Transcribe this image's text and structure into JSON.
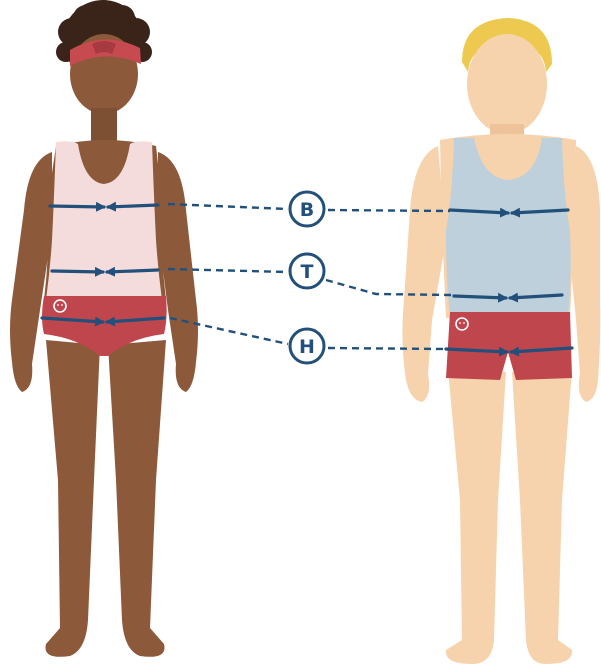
{
  "labels": {
    "bust": "B",
    "waist": "T",
    "hip": "H"
  },
  "colors": {
    "arrow": "#23507a",
    "shorts": "#c0464d",
    "female_skin": "#8c5a3a",
    "female_top": "#f5dcdc",
    "female_hair": "#3a2419",
    "female_band": "#c64a4f",
    "male_skin": "#f6d3ac",
    "male_top": "#bdd0db",
    "male_hair": "#eec94f"
  },
  "figures": [
    "female-figure",
    "male-figure"
  ]
}
